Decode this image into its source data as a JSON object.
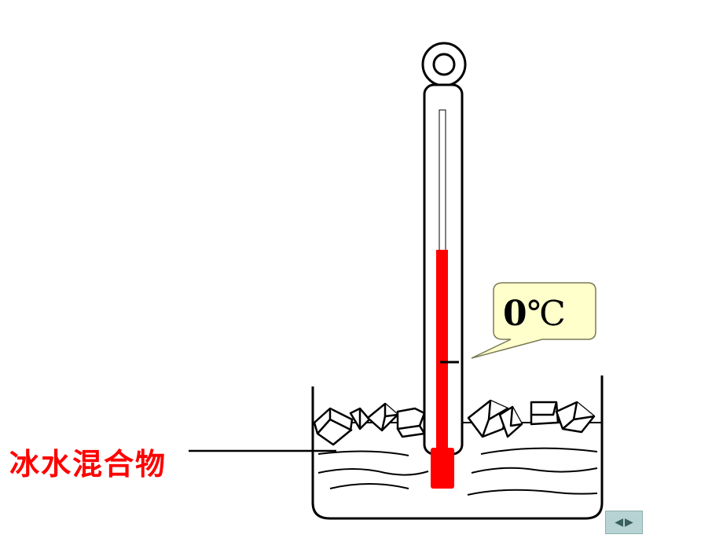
{
  "callout": {
    "value": "0",
    "unit": "℃"
  },
  "label": {
    "text": "冰水混合物"
  },
  "nav": {
    "prev_icon": "◀",
    "next_icon": "▶"
  },
  "colors": {
    "mercury": "#ff0000",
    "callout_fill": "#ffffcc",
    "label": "#ff0000",
    "nav_bg": "#b7d3d3"
  },
  "thermometer": {
    "reading_celsius": 0
  }
}
